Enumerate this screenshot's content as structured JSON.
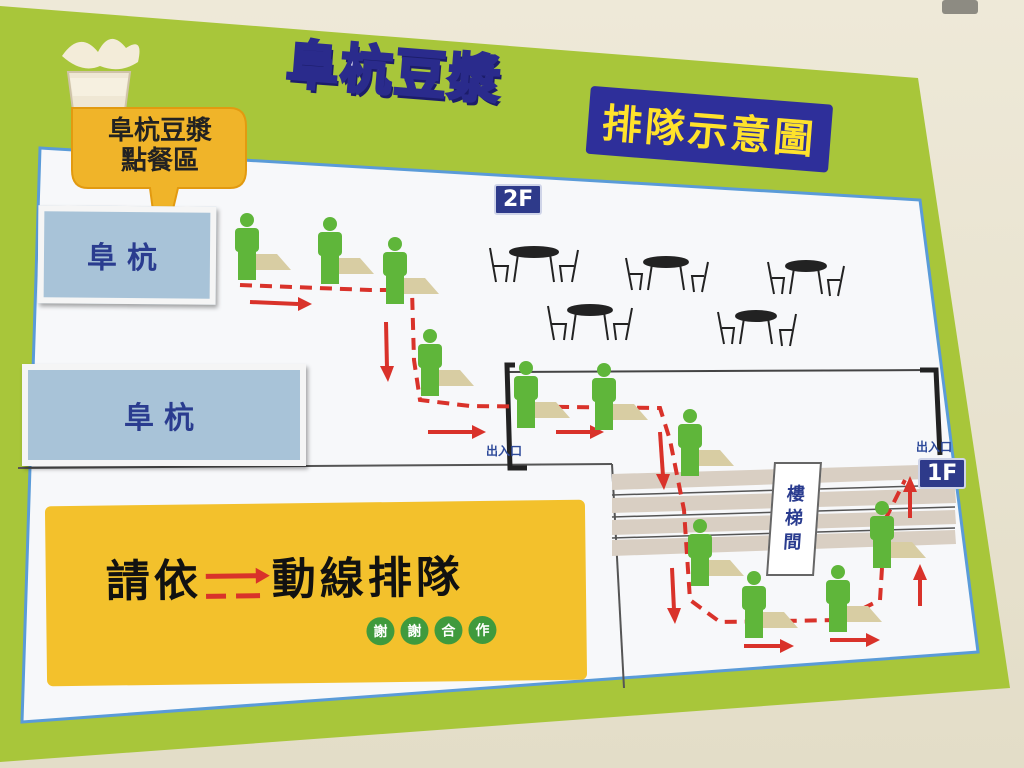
{
  "poster": {
    "title_main": "阜杭豆漿",
    "title_sub": "排隊示意圖",
    "order_bubble": {
      "line1": "阜杭豆漿",
      "line2": "點餐區"
    },
    "shop_sign_upper": "阜杭",
    "shop_sign_lower": "阜杭",
    "floor_2f": "2F",
    "floor_1f": "1F",
    "entrance_left": "出入口",
    "entrance_right": "出入口",
    "stairwell": [
      "樓",
      "梯",
      "間"
    ],
    "instruction": {
      "before": "請依",
      "after": "動線排隊"
    },
    "thanks": [
      "謝",
      "謝",
      "合",
      "作"
    ]
  },
  "colors": {
    "board_green": "#a8c63a",
    "panel_white": "#f7f8fa",
    "panel_border": "#5a9bd8",
    "person_green": "#5fb63a",
    "arrow_red": "#d9322a",
    "note_yellow": "#f3c12c",
    "title_navy": "#2e2f9a",
    "title_yellow": "#ffe22b"
  },
  "icons": [
    "person-icon",
    "table-icon",
    "chair-icon",
    "arrow-icon",
    "soymilk-cup-icon"
  ]
}
